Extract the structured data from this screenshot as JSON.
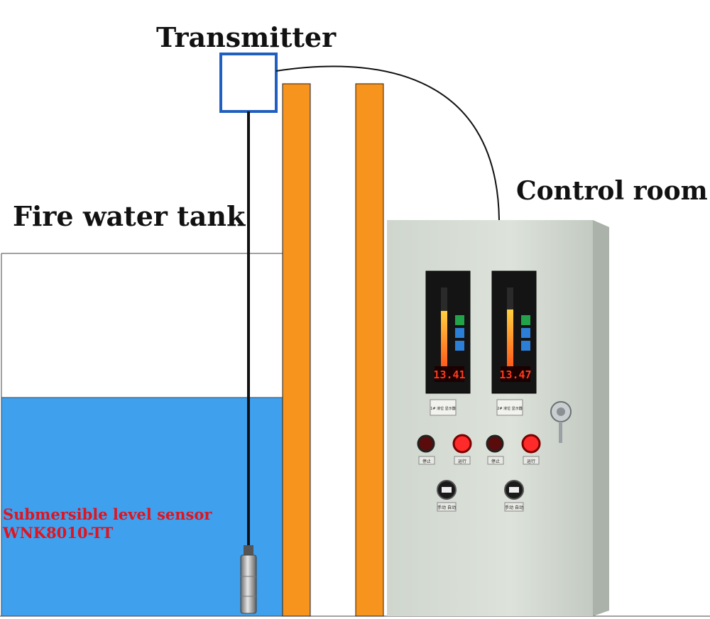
{
  "labels": {
    "transmitter": "Transmitter",
    "fire_water_tank": "Fire water tank",
    "control_room": "Control room",
    "sensor_name": "Submersible level sensor",
    "sensor_model": "WNK8010-TT"
  },
  "panel": {
    "display_1": {
      "reading": "13.41",
      "tag": "1# 液位 显示器"
    },
    "display_2": {
      "reading": "13.47",
      "tag": "2# 液位 显示器"
    },
    "lamp_tags": [
      "停止",
      "运行",
      "停止",
      "运行"
    ],
    "switch_tags": [
      "手动 自动",
      "手动 自动"
    ]
  },
  "colors": {
    "water": "#3fa0ee",
    "wall": "#f7941d",
    "transmitter_box": "#1f5fbf",
    "cabinet": "#d6ddd5",
    "lamp_red": "#ff2a2a",
    "sensor_label": "#e0141e"
  }
}
